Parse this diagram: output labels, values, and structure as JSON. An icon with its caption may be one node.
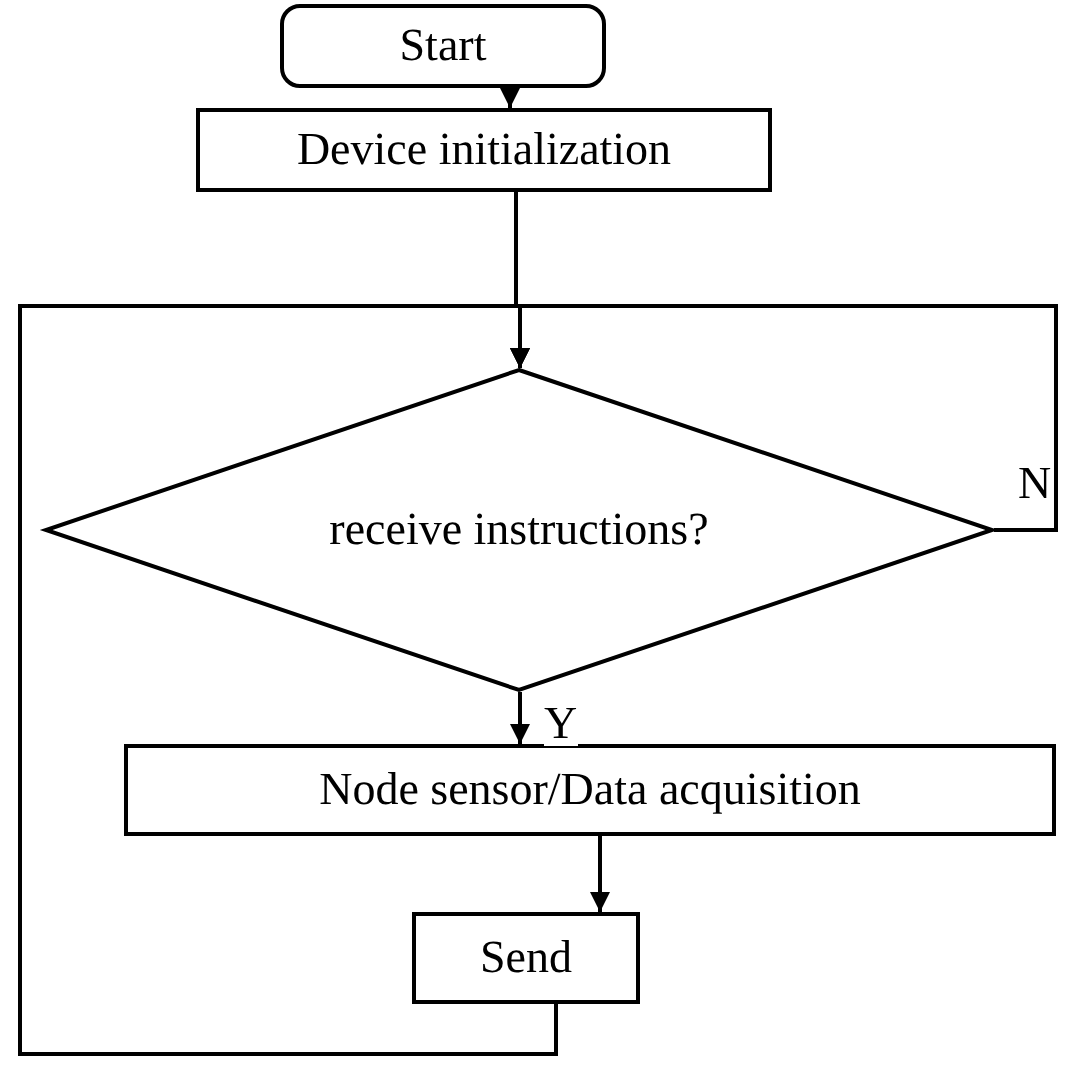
{
  "diagram": {
    "nodes": [
      {
        "text": [
          "Start"
        ]
      },
      {
        "text": [
          "Device initialization"
        ]
      },
      {
        "text": [
          "receive instructions?"
        ]
      },
      {
        "text": [
          "Node sensor/Data acquisition"
        ]
      },
      {
        "text": [
          "Send"
        ]
      }
    ],
    "edges": [
      {
        "from": 0,
        "to": 1,
        "arrow": "to"
      },
      {
        "from": 1,
        "to": 2,
        "arrow": "to"
      },
      {
        "from": 2,
        "to": 2,
        "arrow": "to",
        "label": "N"
      },
      {
        "from": 2,
        "to": 3,
        "arrow": "to",
        "label": "Y"
      },
      {
        "from": 3,
        "to": 4,
        "arrow": "to"
      },
      {
        "from": 4,
        "to": 2,
        "arrow": "to"
      }
    ]
  }
}
